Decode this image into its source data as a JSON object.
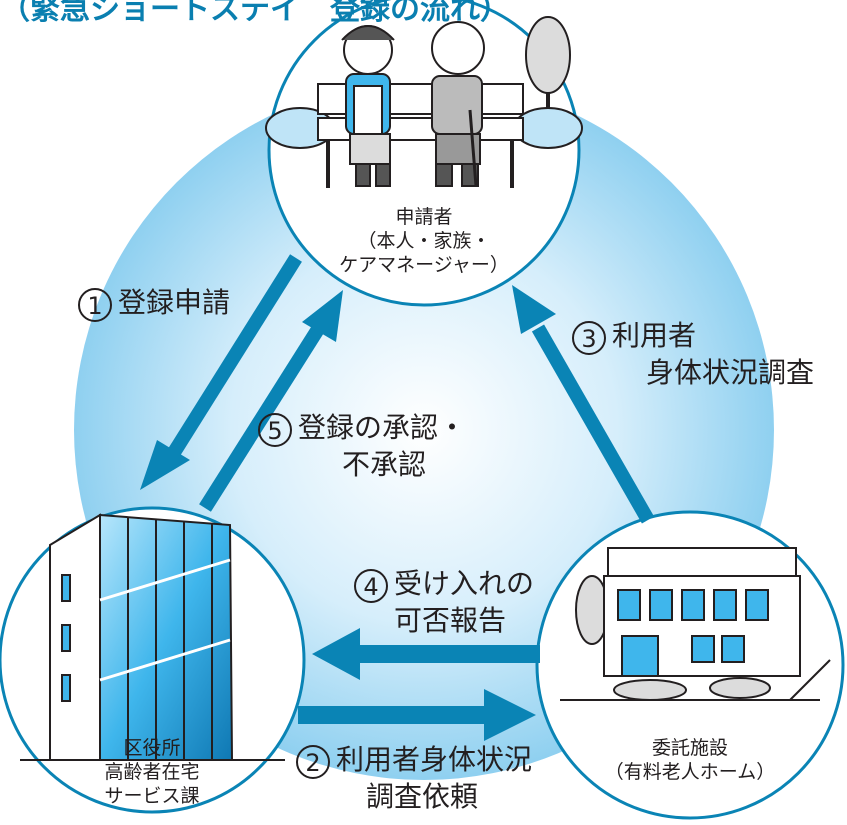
{
  "title": "（緊急ショートステイ　登録の流れ）",
  "nodes": {
    "applicant": {
      "lines": [
        "申請者",
        "（本人・家族・",
        "ケアマネージャー）"
      ]
    },
    "ward_office": {
      "lines": [
        "区役所",
        "高齢者在宅",
        "サービス課"
      ]
    },
    "facility": {
      "lines": [
        "委託施設",
        "（有料老人ホーム）"
      ]
    }
  },
  "steps": [
    {
      "number": "1",
      "lines": [
        "登録申請"
      ]
    },
    {
      "number": "2",
      "lines": [
        "利用者身体状況",
        "調査依頼"
      ]
    },
    {
      "number": "3",
      "lines": [
        "利用者",
        "身体状況調査"
      ]
    },
    {
      "number": "4",
      "lines": [
        "受け入れの",
        "可否報告"
      ]
    },
    {
      "number": "5",
      "lines": [
        "登録の承認・",
        "不承認"
      ]
    }
  ],
  "colors": {
    "arrow": "#0a84b5",
    "circle_stroke": "#0a84b5",
    "glow": "#8fd0f0",
    "glass": "#4fc3f7"
  }
}
